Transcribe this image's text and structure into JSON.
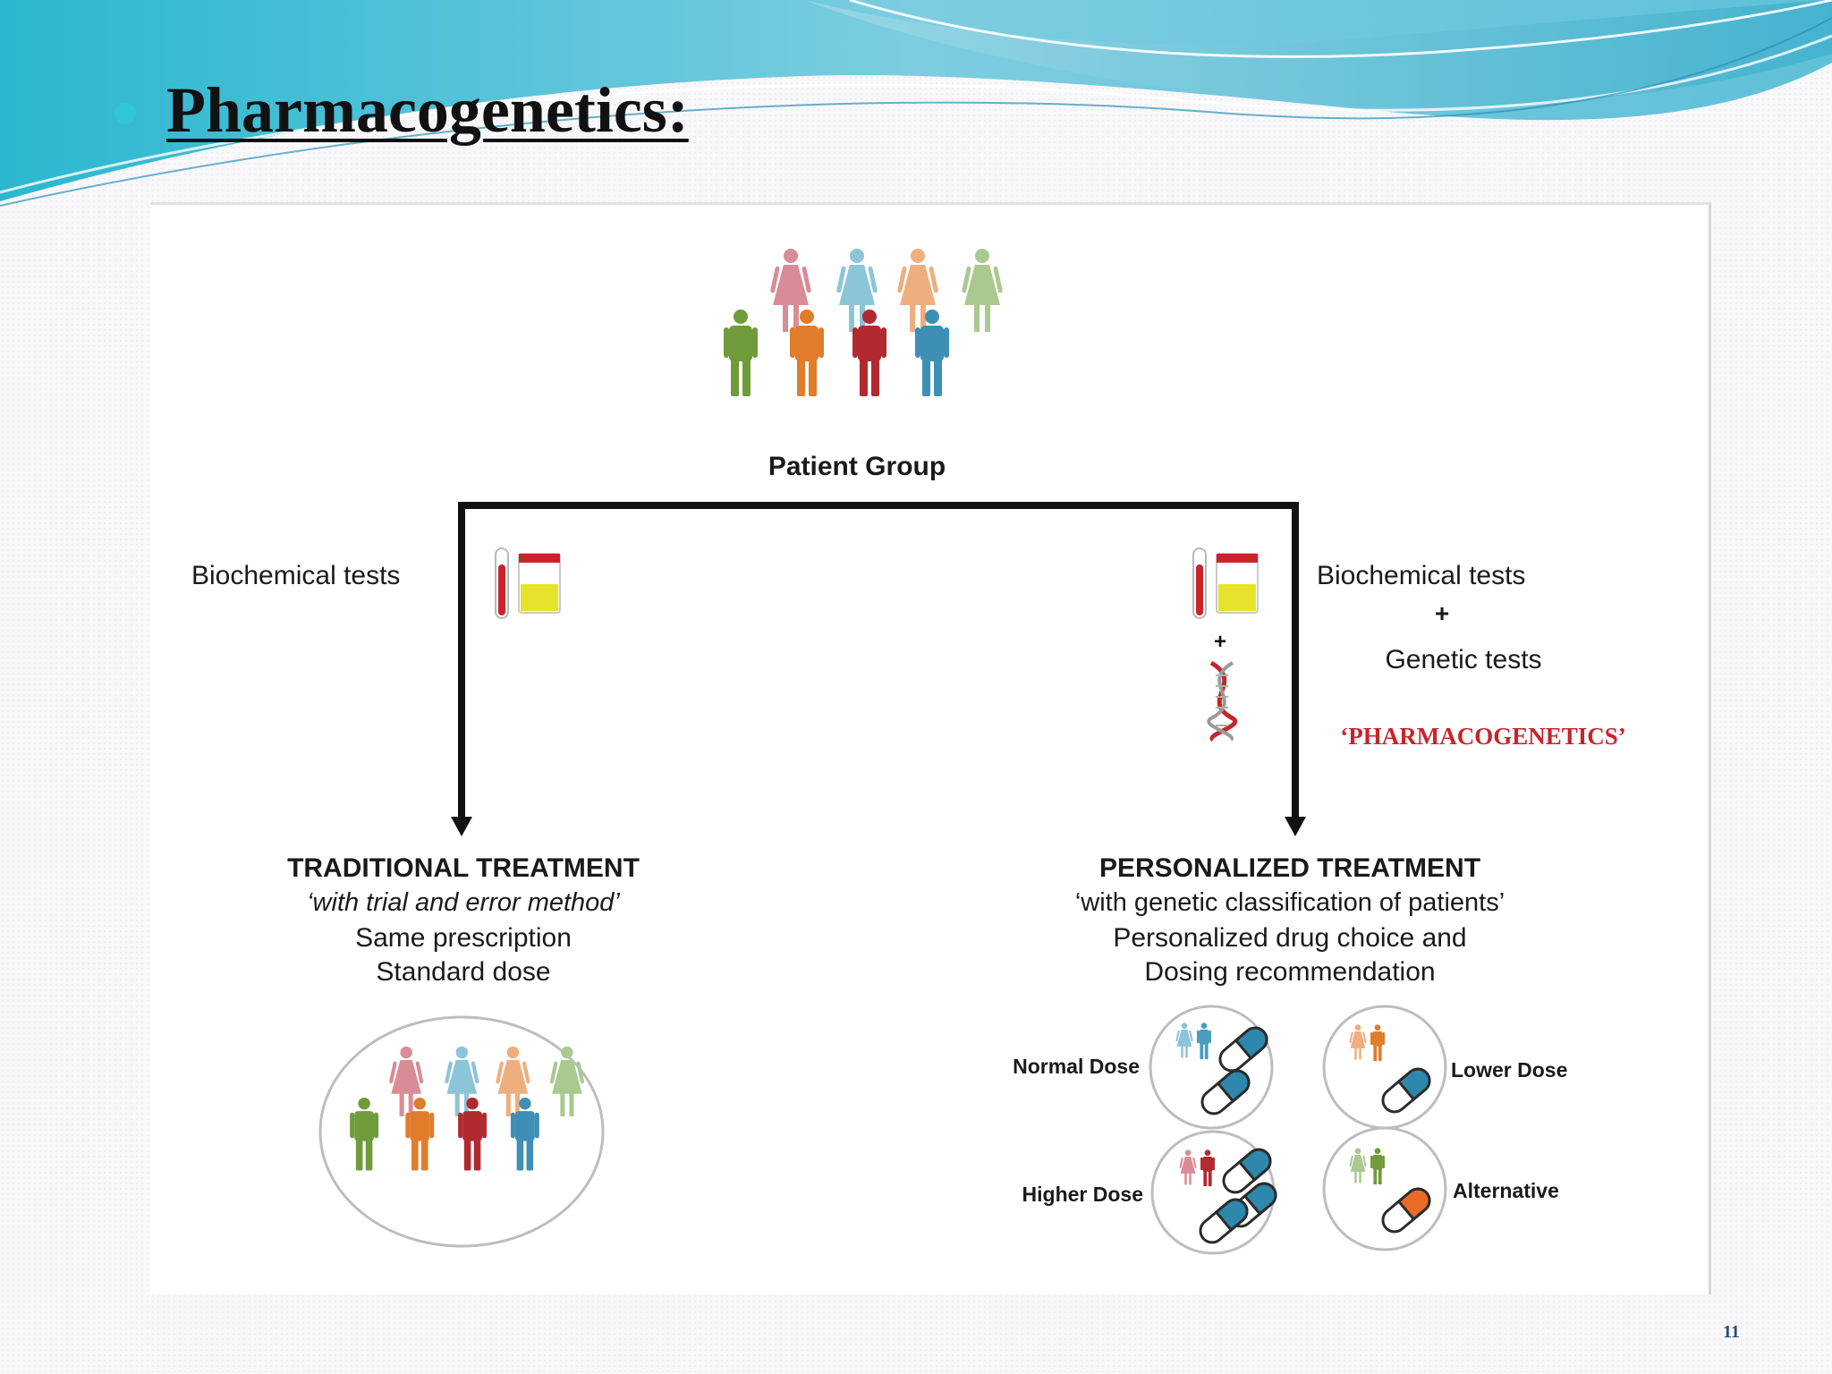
{
  "slide": {
    "title": "Pharmacogenetics:",
    "page_number": "11"
  },
  "diagram": {
    "patient_group_label": "Patient Group",
    "left": {
      "tests_label": "Biochemical tests",
      "heading": "TRADITIONAL TREATMENT",
      "subtitle": "‘with trial and error method’",
      "line1": "Same prescription",
      "line2": "Standard dose"
    },
    "right": {
      "tests_line1": "Biochemical tests",
      "plus": "+",
      "tests_line2": "Genetic tests",
      "dna_plus": "+",
      "pharmacogenetics_label": "‘PHARMACOGENETICS’",
      "heading": "PERSONALIZED TREATMENT",
      "subtitle": "‘with genetic classification of patients’",
      "line1": "Personalized drug choice and",
      "line2": "Dosing recommendation",
      "dose_groups": [
        {
          "label": "Normal Dose",
          "color": "#4a9cbf"
        },
        {
          "label": "Lower Dose",
          "color": "#e07c2a"
        },
        {
          "label": "Higher Dose",
          "color": "#b02a30"
        },
        {
          "label": "Alternative",
          "color": "#6f9b3a"
        }
      ]
    },
    "colors": {
      "people": [
        "#6f9b3a",
        "#e07c2a",
        "#b02a30",
        "#3e8fb6",
        "#d98c96",
        "#8cc4d8",
        "#efae7e",
        "#a9c98f"
      ],
      "pharmacogenetics_text": "#c8242b",
      "pill_blue": "#2e87ad",
      "pill_orange": "#ea6a28"
    },
    "icons": [
      "people-group-icon",
      "test-tube-icon",
      "beaker-icon",
      "dna-icon",
      "pill-icon",
      "down-arrow-icon"
    ]
  }
}
